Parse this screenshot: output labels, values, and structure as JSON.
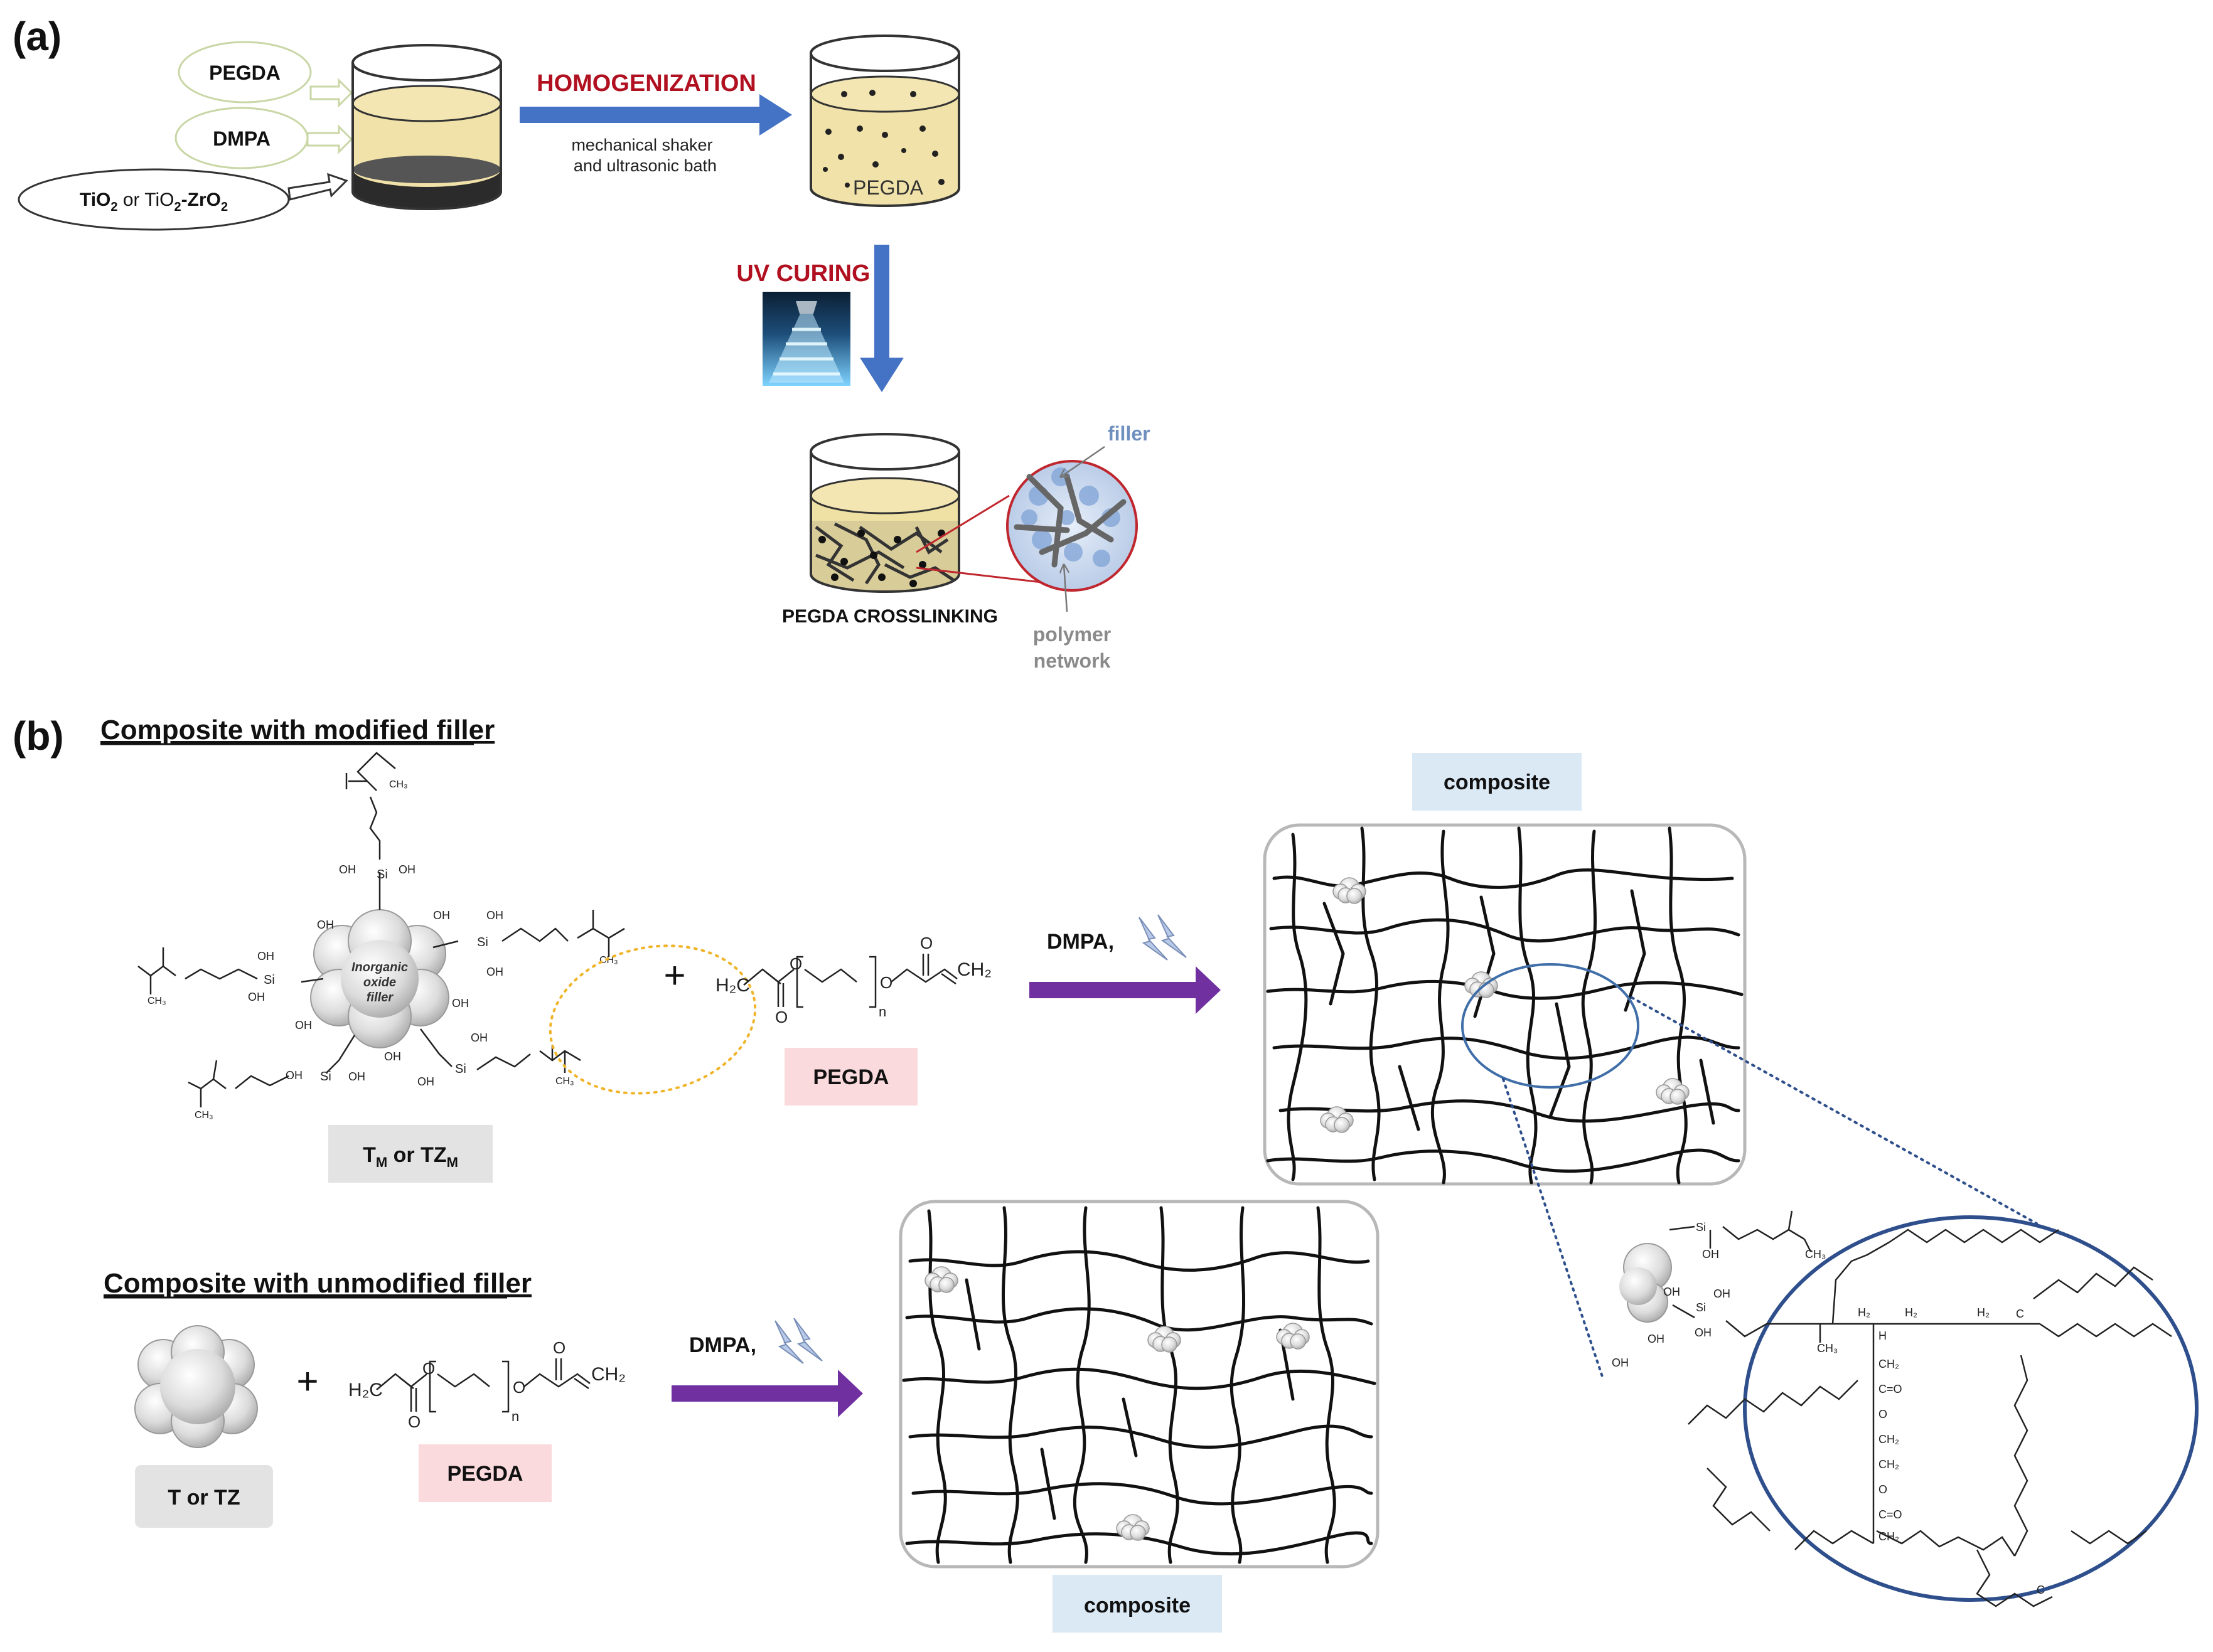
{
  "panel_a": {
    "label": "(a)",
    "inputs": [
      "PEGDA",
      "DMPA"
    ],
    "oxide_input": {
      "part1": "TiO",
      "sub1": "2",
      "part2": " or TiO",
      "sub2": "2",
      "part3": "-ZrO",
      "sub3": "2"
    },
    "step1_title": "HOMOGENIZATION",
    "step1_line1": "mechanical shaker",
    "step1_line2": "and ultrasonic bath",
    "mixed_label": "PEGDA",
    "step2_title": "UV CURING",
    "result_label": "PEGDA CROSSLINKING",
    "filler_label": "filler",
    "polymer_line1": "polymer",
    "polymer_line2": "network"
  },
  "panel_b": {
    "label": "(b)",
    "modified_heading": "Composite with modified filler",
    "unmodified_heading": "Composite with unmodified filler",
    "filler_text": [
      "Inorganic",
      "oxide",
      "filler"
    ],
    "modified_filler_box": {
      "t": "T",
      "sub1": "M",
      "mid": " or TZ",
      "sub2": "M"
    },
    "unmodified_filler_box": "T or TZ",
    "plus": "+",
    "pegda_box": "PEGDA",
    "initiator": "DMPA,",
    "composite_label": "composite",
    "pegda_formula": {
      "h2c": "H₂C",
      "ch2": "CH₂",
      "n": "n"
    },
    "zoom_labels": [
      "OH",
      "Si",
      "CH₃",
      "H₂",
      "H",
      "C",
      "O",
      "C=O",
      "CH₂"
    ]
  },
  "colors": {
    "arrow_blue": "#4472c4",
    "arrow_purple": "#7030a0",
    "title_red": "#b01020",
    "resin": "#f0e2a8",
    "pegda_box": "#fadadd",
    "composite_box": "#dbe9f5",
    "filler_box": "#e3e3e3"
  }
}
